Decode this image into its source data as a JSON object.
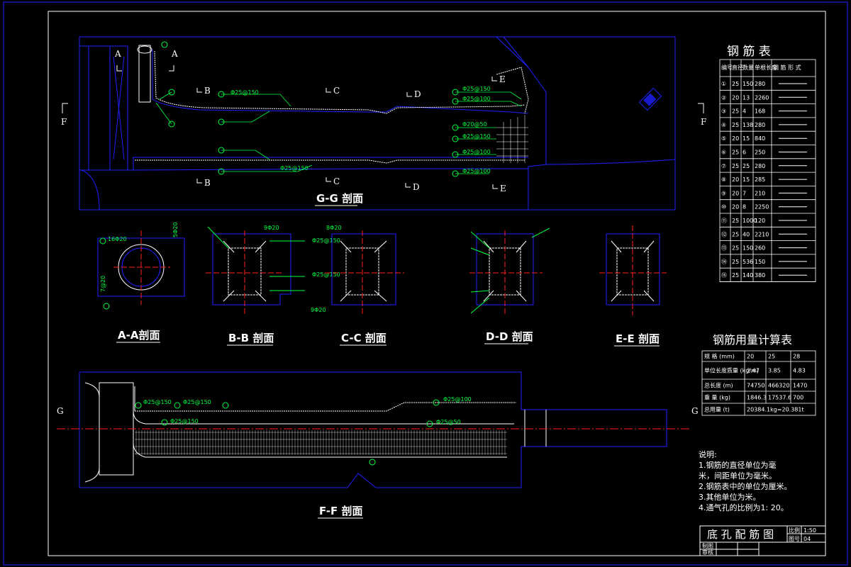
{
  "sections": {
    "gg": "G-G 剖面",
    "aa": "A-A剖面",
    "bb": "B-B 剖面",
    "cc": "C-C 剖面",
    "dd": "D-D 剖面",
    "ee": "E-E 剖面",
    "ff": "F-F 剖面"
  },
  "cut_letters": {
    "a": "A",
    "b": "B",
    "c": "C",
    "d": "D",
    "e": "E",
    "f": "F",
    "g": "G"
  },
  "gg_labels": [
    "Φ25@150",
    "Φ25@150",
    "Φ25@150",
    "Φ25@100",
    "Φ20@50",
    "Φ25@150",
    "Φ25@100",
    "Φ25@100"
  ],
  "aa_labels": {
    "top": "16Φ20",
    "side": "5Φ20",
    "left": "7@20"
  },
  "bb_labels": {
    "top1": "9Φ20",
    "top2": "8Φ20",
    "mid1": "Φ25@150",
    "mid2": "Φ25@150",
    "bot": "9Φ20"
  },
  "ff_labels": [
    "Φ25@150",
    "Φ25@150",
    "Φ25@100",
    "Φ25@150",
    "Φ25@50"
  ],
  "rebar_table": {
    "title": "钢  筋  表",
    "headers": [
      "编号",
      "直径",
      "数量",
      "单根长度",
      "钢 筋 形 式"
    ],
    "rows": [
      [
        "①",
        "25",
        "150",
        "280",
        ""
      ],
      [
        "②",
        "20",
        "13",
        "2260",
        ""
      ],
      [
        "③",
        "25",
        "4",
        "168",
        ""
      ],
      [
        "④",
        "25",
        "138",
        "280",
        ""
      ],
      [
        "⑤",
        "20",
        "15",
        "840",
        ""
      ],
      [
        "⑥",
        "25",
        "6",
        "250",
        ""
      ],
      [
        "⑦",
        "25",
        "25",
        "280",
        ""
      ],
      [
        "⑧",
        "20",
        "15",
        "285",
        ""
      ],
      [
        "⑨",
        "20",
        "7",
        "210",
        ""
      ],
      [
        "⑩",
        "20",
        "8",
        "2250",
        ""
      ],
      [
        "⑪",
        "25",
        "1000",
        "120",
        ""
      ],
      [
        "⑫",
        "25",
        "40",
        "2210",
        ""
      ],
      [
        "⑬",
        "25",
        "150",
        "260",
        ""
      ],
      [
        "⑭",
        "25",
        "536",
        "150",
        ""
      ],
      [
        "⑮",
        "25",
        "140",
        "380",
        ""
      ]
    ]
  },
  "calc_table": {
    "title": "钢筋用量计算表",
    "rows": [
      [
        "规 格 (mm)",
        "20",
        "25",
        "28"
      ],
      [
        "单位长度质量 (kg/m)",
        "2.47",
        "3.85",
        "4.83"
      ],
      [
        "总长度 (m)",
        "74750",
        "466320",
        "1470"
      ],
      [
        "重 量 (kg)",
        "1846.3",
        "17537.6",
        "700"
      ],
      [
        "总用量 (t)",
        "20384.1kg=20.381t",
        "",
        ""
      ]
    ]
  },
  "notes": {
    "title": "说明:",
    "lines": [
      "1.钢筋的直径单位为毫",
      "米，间距单位为毫米。",
      "2.钢筋表中的单位为厘米。",
      "3.其他单位为米。",
      "4.通气孔的比例为1: 20。"
    ]
  },
  "title_block": {
    "title": "底 孔 配 筋 图",
    "scale_label": "比例",
    "scale_value": "1:50",
    "sheet_label": "图号",
    "sheet_value": "04",
    "designer": "制图",
    "checker": "审核"
  },
  "colors": {
    "frame": "#2020ff",
    "rebar": "#00ff40",
    "text": "#ffffff",
    "axis": "#ff2020"
  }
}
